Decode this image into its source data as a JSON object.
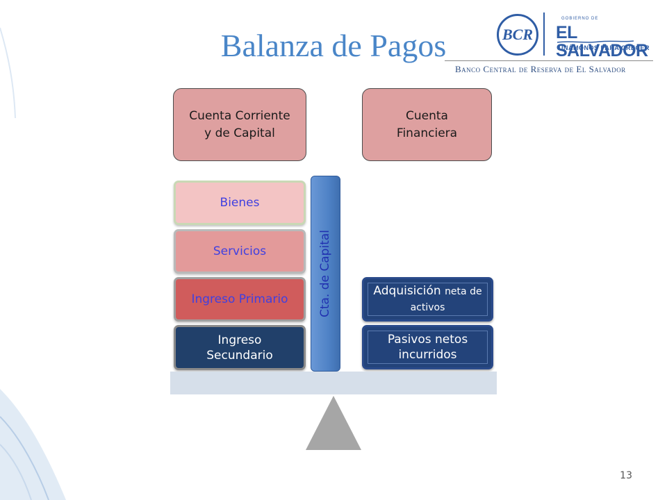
{
  "slide": {
    "title": "Balanza de Pagos",
    "page_number": "13"
  },
  "logo": {
    "bcr_initials": "BCR",
    "gobierno_text": "GOBIERNO DE",
    "country": "EL SALVADOR",
    "slogan": "UNÁMONOS PARA CRECER",
    "bank_name": "Banco Central de Reserva de El Salvador"
  },
  "diagram": {
    "left_header": "Cuenta Corriente y de Capital",
    "right_header": "Cuenta Financiera",
    "current_account_items": [
      "Bienes",
      "Servicios",
      "Ingreso Primario",
      "Ingreso Secundario"
    ],
    "capital_account_label": "Cta. de Capital",
    "financial_items": [
      {
        "main": "Adquisición",
        "suffix": "neta de activos"
      },
      {
        "main": "Pasivos netos incurridos",
        "suffix": ""
      }
    ]
  },
  "colors": {
    "title": "#4a86c8",
    "header_box": "#dea0a0",
    "bienes": "#f3c4c4",
    "servicios": "#e39a9a",
    "ingreso_primario": "#d05c5c",
    "ingreso_secundario": "#21406a",
    "capital_column": "#5b8fd0",
    "financial_blocks": "#23437a",
    "beam": "#d6dfea",
    "fulcrum": "#a6a6a6"
  }
}
